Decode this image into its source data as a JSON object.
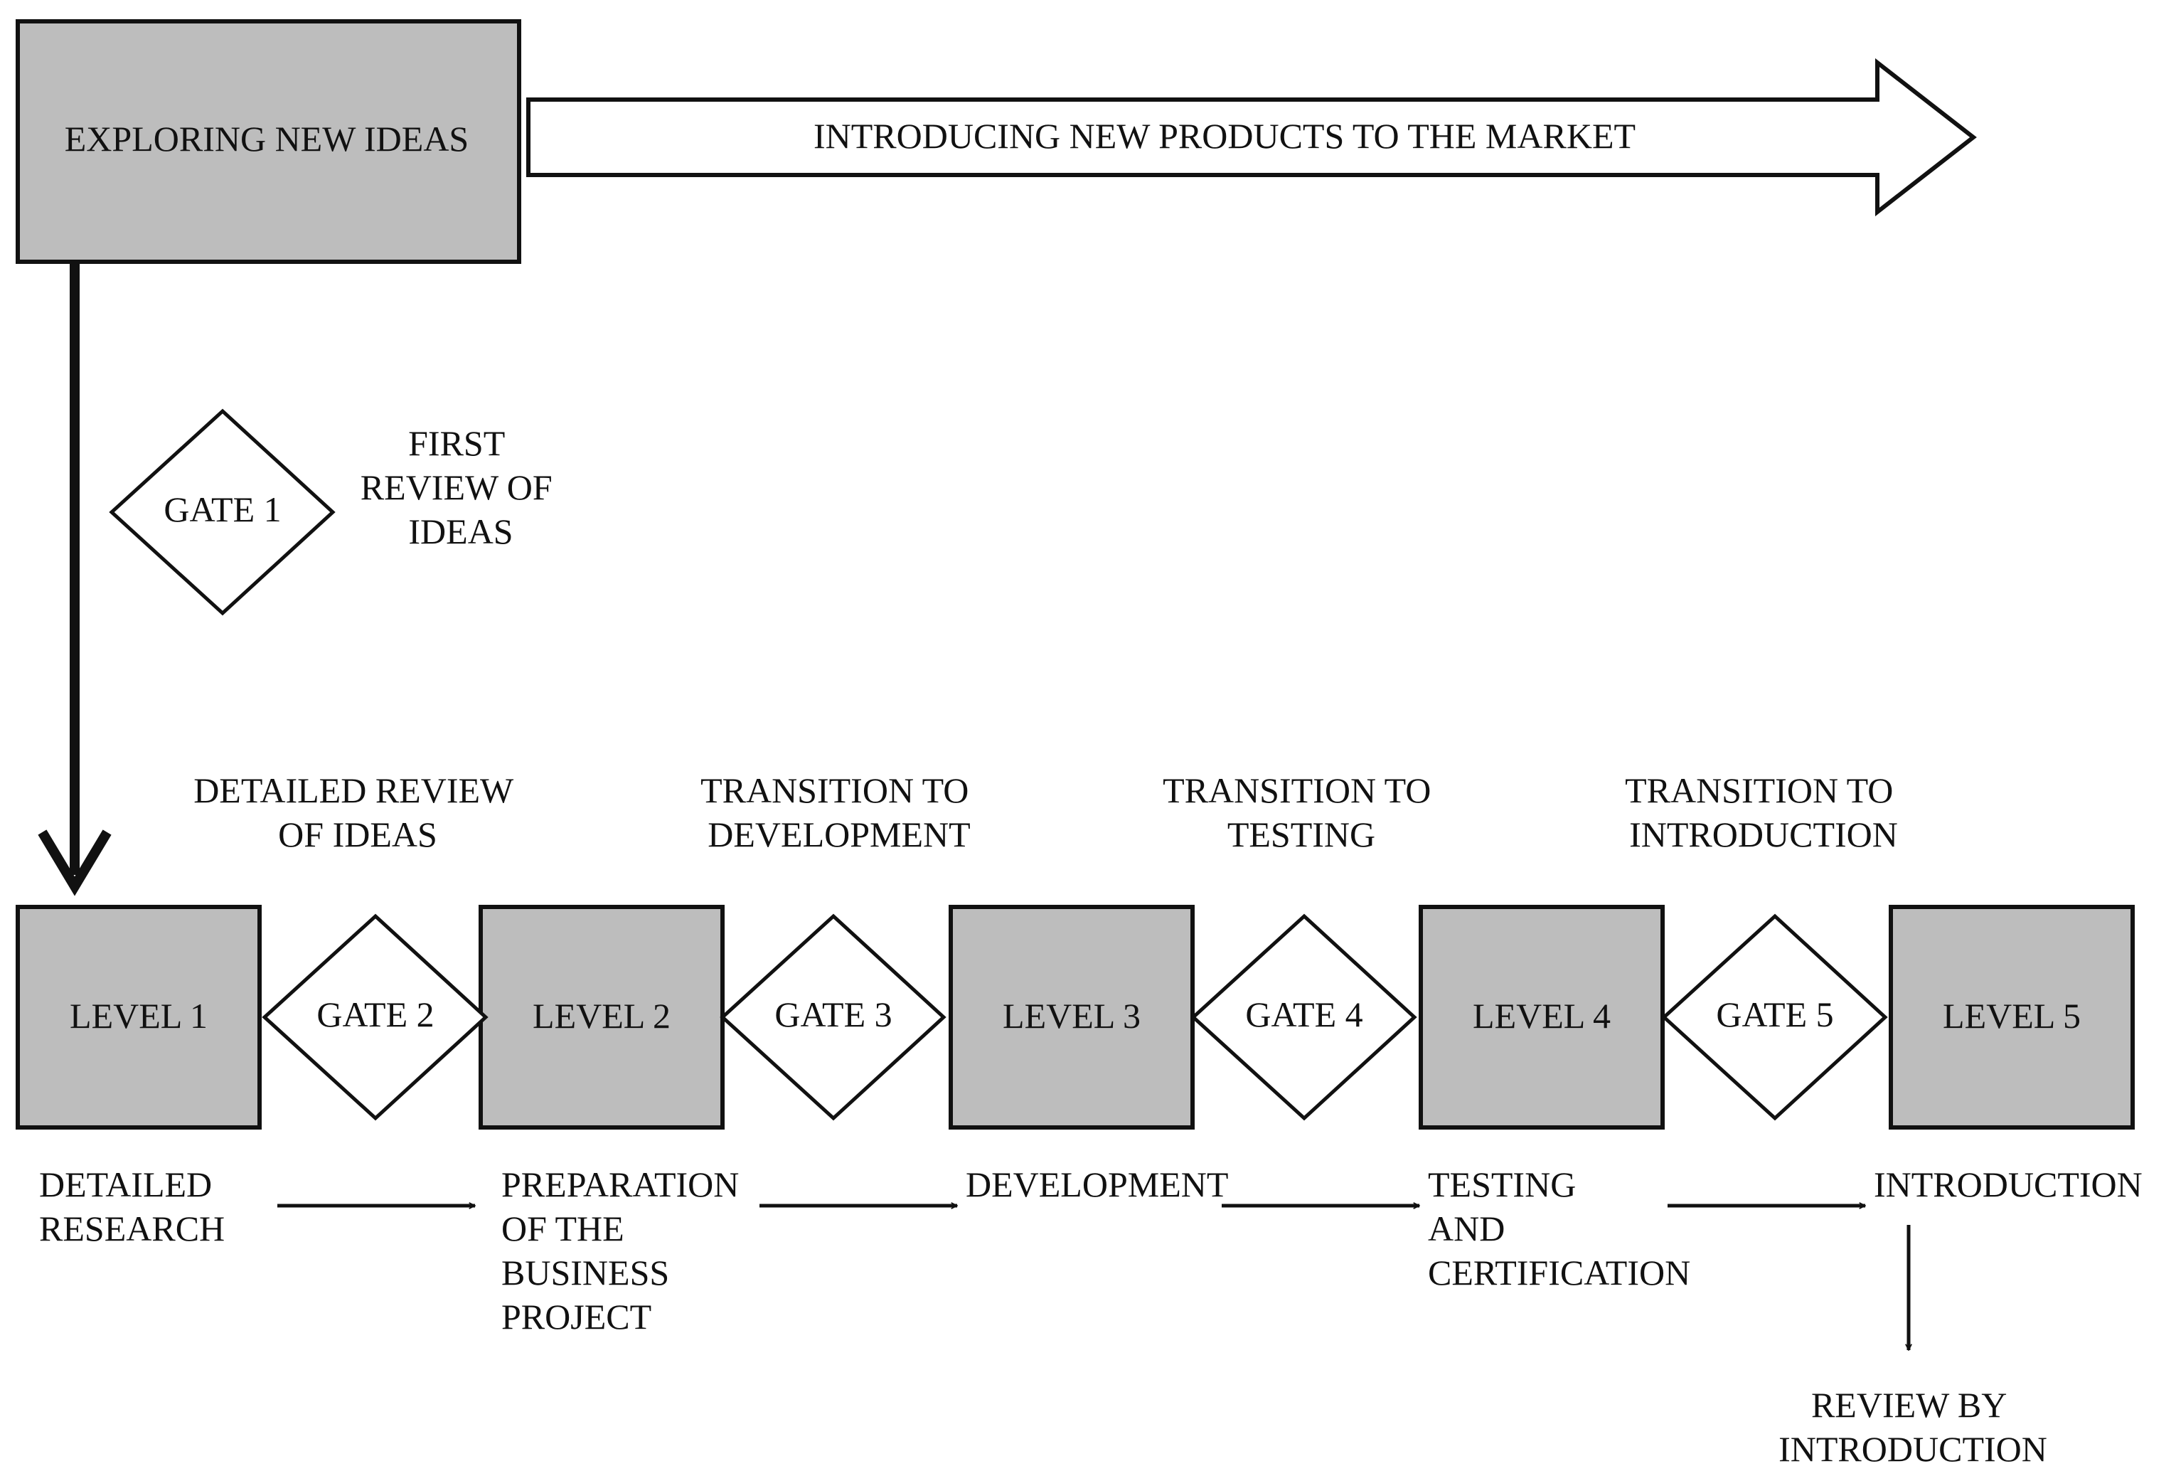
{
  "colors": {
    "box_fill": "#bdbdbd",
    "stroke": "#111111",
    "background": "#ffffff"
  },
  "top": {
    "start_box": "EXPLORING NEW IDEAS",
    "arrow_label": "INTRODUCING NEW PRODUCTS TO THE MARKET"
  },
  "gate1": {
    "label": "GATE 1",
    "note": [
      "FIRST",
      "REVIEW OF",
      "IDEAS"
    ]
  },
  "levels": [
    "LEVEL 1",
    "LEVEL 2",
    "LEVEL 3",
    "LEVEL 4",
    "LEVEL 5"
  ],
  "gates": [
    {
      "label": "GATE 2",
      "title": [
        "DETAILED REVIEW",
        "OF IDEAS"
      ]
    },
    {
      "label": "GATE 3",
      "title": [
        "TRANSITION TO",
        "DEVELOPMENT"
      ]
    },
    {
      "label": "GATE 4",
      "title": [
        "TRANSITION TO",
        "TESTING"
      ]
    },
    {
      "label": "GATE 5",
      "title": [
        "TRANSITION TO",
        "INTRODUCTION"
      ]
    }
  ],
  "stages": [
    [
      "DETAILED",
      "RESEARCH"
    ],
    [
      "PREPARATION",
      "OF THE",
      "BUSINESS",
      "PROJECT"
    ],
    [
      "DEVELOPMENT"
    ],
    [
      "TESTING",
      "AND",
      "CERTIFICATION"
    ],
    [
      "INTRODUCTION"
    ]
  ],
  "final_review": [
    "REVIEW BY",
    "INTRODUCTION"
  ]
}
